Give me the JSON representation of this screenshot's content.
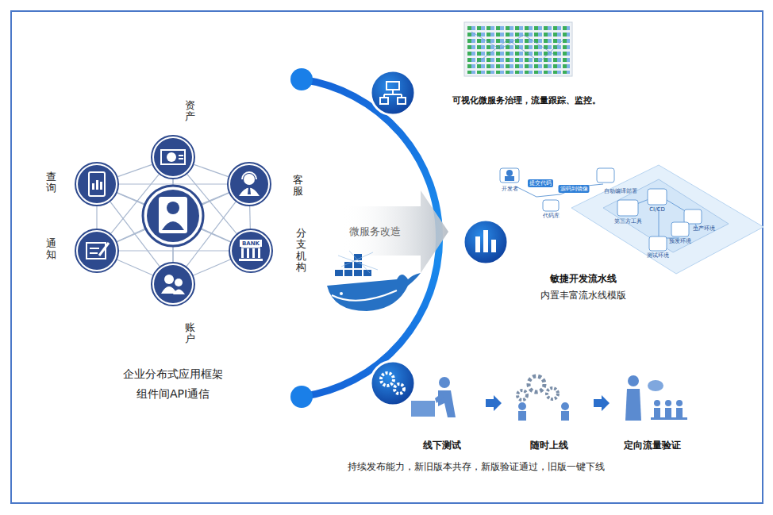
{
  "diagram": {
    "nodes": [
      {
        "text": [
          "资产"
        ]
      },
      {
        "text": [
          "查询"
        ]
      },
      {
        "text": [
          "客服"
        ]
      },
      {
        "text": [
          "通知"
        ]
      },
      {
        "text": [
          "分支机构",
          "BANK"
        ]
      },
      {
        "text": [
          "账户"
        ]
      }
    ],
    "edges": [
      {
        "from": 0,
        "to": 1,
        "arrow": "none"
      },
      {
        "from": 0,
        "to": 2,
        "arrow": "none"
      },
      {
        "from": 0,
        "to": 3,
        "arrow": "none"
      },
      {
        "from": 0,
        "to": 4,
        "arrow": "none"
      },
      {
        "from": 0,
        "to": 5,
        "arrow": "none"
      },
      {
        "from": 1,
        "to": 2,
        "arrow": "none"
      },
      {
        "from": 1,
        "to": 3,
        "arrow": "none"
      },
      {
        "from": 1,
        "to": 4,
        "arrow": "none"
      },
      {
        "from": 1,
        "to": 5,
        "arrow": "none"
      },
      {
        "from": 2,
        "to": 3,
        "arrow": "none"
      },
      {
        "from": 2,
        "to": 4,
        "arrow": "none"
      },
      {
        "from": 2,
        "to": 5,
        "arrow": "none"
      },
      {
        "from": 3,
        "to": 4,
        "arrow": "none"
      },
      {
        "from": 3,
        "to": 5,
        "arrow": "none"
      },
      {
        "from": 4,
        "to": 5,
        "arrow": "none"
      }
    ],
    "labels": [
      "企业分布式应用框架",
      "组件间API通信",
      "微服务改造",
      "可视化微服务治理，流量跟踪、监控。",
      "开发者",
      "提交代码",
      "代码库",
      "源码到镜像",
      "自动编译部署",
      "第三方工具",
      "CI/CD",
      "生产环境",
      "预发环境",
      "测试环境",
      "敏捷开发流水线",
      "内置丰富流水线模版",
      "线下测试",
      "随时上线",
      "定向流量验证",
      "持续发布能力，新旧版本共存，新版验证通过，旧版一键下线"
    ]
  }
}
